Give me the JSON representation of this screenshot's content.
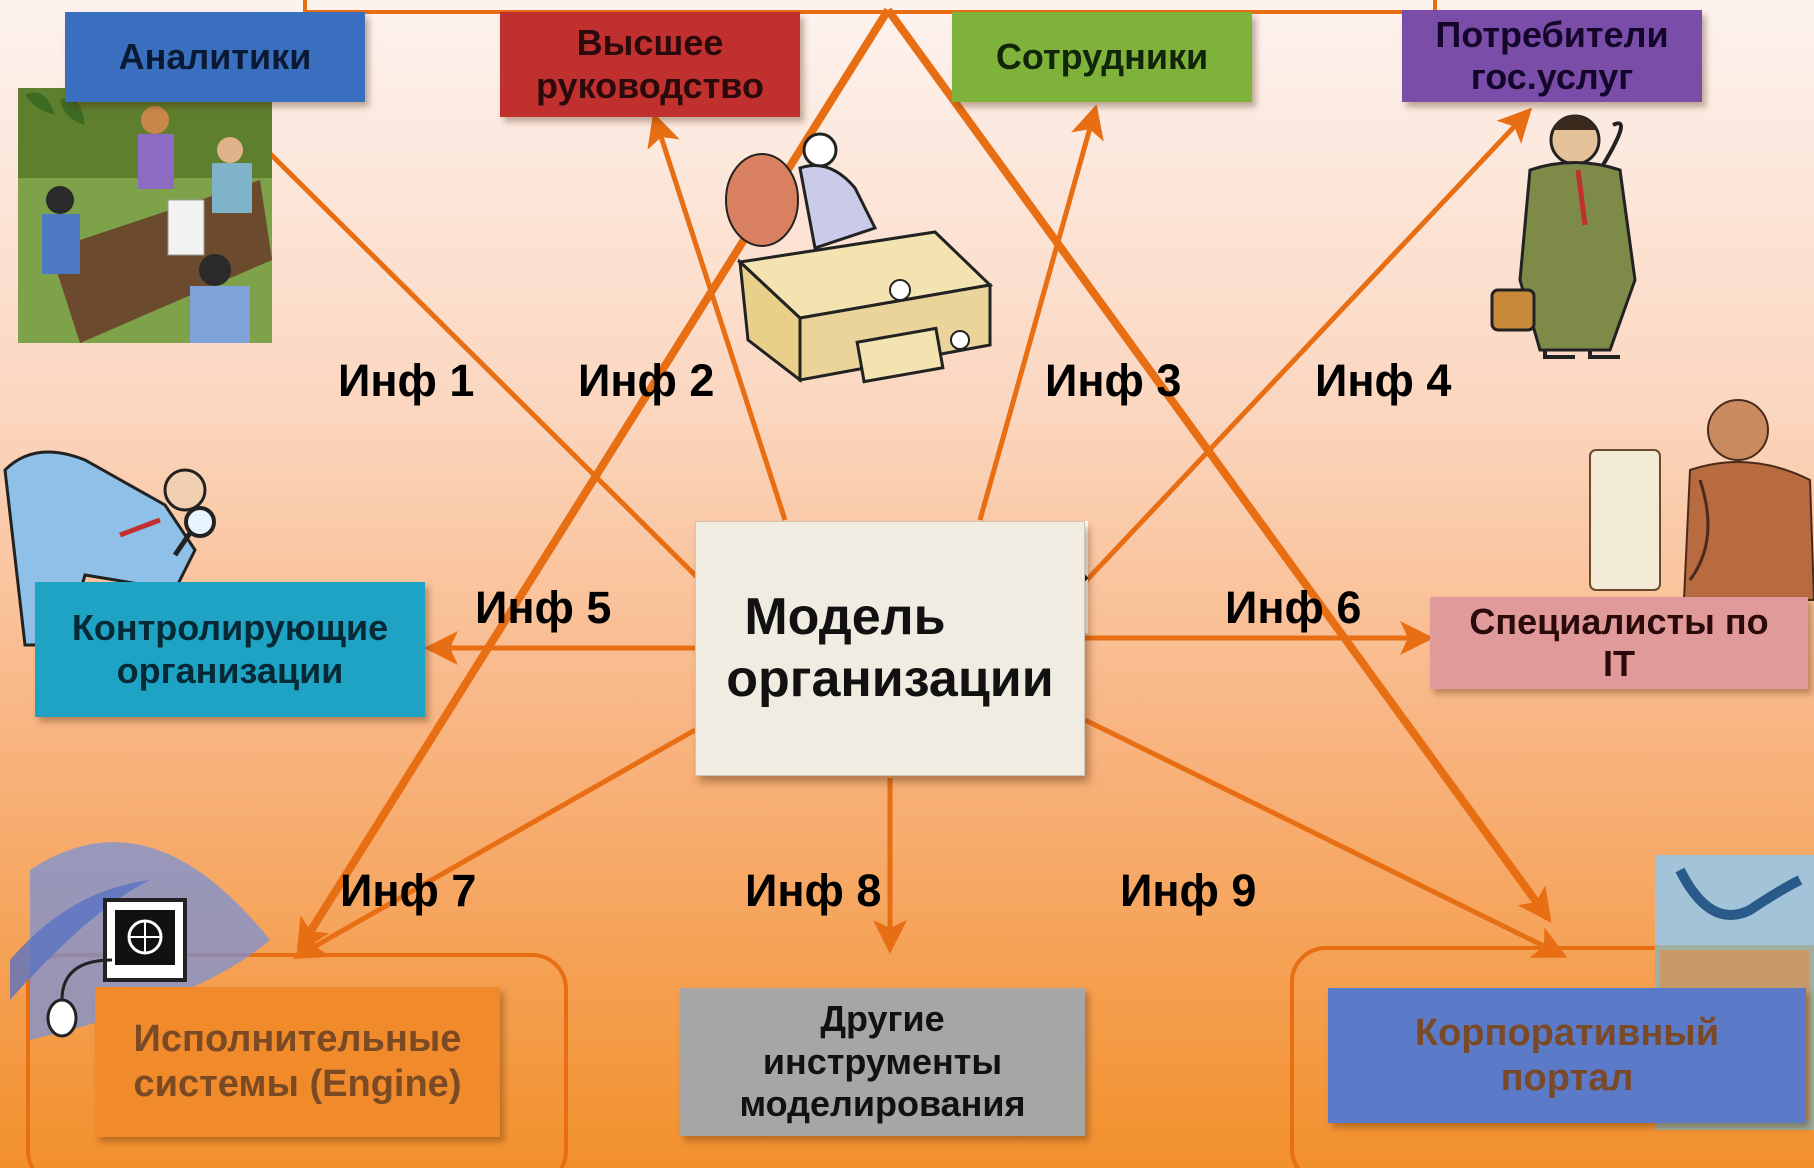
{
  "center": {
    "line1": "Модель",
    "line2": "организации"
  },
  "boxes": {
    "analysts": "Аналитики",
    "top_management_1": "Высшее",
    "top_management_2": "руководство",
    "employees": "Сотрудники",
    "consumers_1": "Потребители",
    "consumers_2": "гос.услуг",
    "controlling_1": "Контролирующие",
    "controlling_2": "организации",
    "it_specialists_1": "Специалисты по",
    "it_specialists_2": "IT",
    "executive_1": "Исполнительные",
    "executive_2": "системы (Engine)",
    "other_tools_1": "Другие",
    "other_tools_2": "инструменты",
    "other_tools_3": "моделирования",
    "portal_1": "Корпоративный",
    "portal_2": "портал"
  },
  "flows": [
    "Инф 1",
    "Инф 2",
    "Инф 3",
    "Инф 4",
    "Инф 5",
    "Инф 6",
    "Инф 7",
    "Инф 8",
    "Инф 9"
  ],
  "colors": {
    "arrow": "#e86e14",
    "analysts": "#3a6fbf",
    "top_management": "#c0302e",
    "employees": "#7fb23a",
    "consumers": "#7a4ea8",
    "controlling": "#1fa3c4",
    "it_specialists": "#e09a9a",
    "executive": "#f08a2a",
    "other_tools": "#a6a6a6",
    "portal": "#5b7ac8",
    "center": "#f0ece2"
  },
  "icons": [
    "octahedron-logo-icon",
    "meeting-clipart",
    "executive-desk-clipart",
    "thinking-man-clipart",
    "magnifier-man-clipart",
    "computer-worker-clipart",
    "globe-computer-clipart",
    "map-clipart"
  ]
}
